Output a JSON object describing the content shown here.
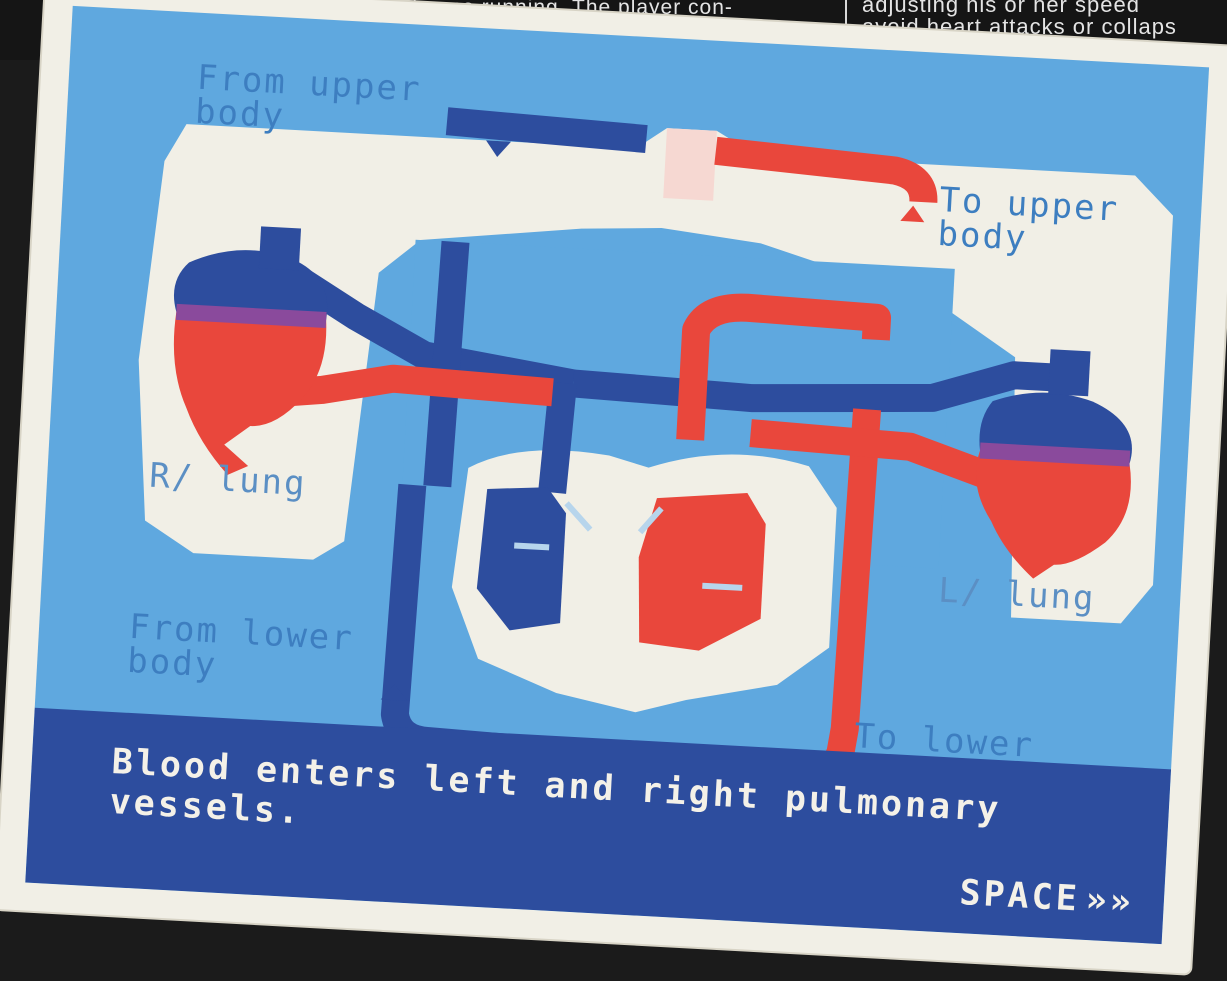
{
  "magazine": {
    "col_a_line": "| ance running. The player con-",
    "col_b_lines": [
      "adjusting his or her speed",
      "avoid heart attacks or collaps"
    ]
  },
  "labels": {
    "from_upper": "From upper\nbody",
    "to_upper": "To upper\nbody",
    "r_lung": "R/ lung",
    "l_lung": "L/ lung",
    "from_lower": "From lower\nbody",
    "to_lower": "To lower\nbody"
  },
  "status": {
    "message": "Blood enters left and right pulmonary\nvessels.",
    "space_label": "SPACE",
    "space_chevrons": "»»"
  },
  "colors": {
    "screen_bg": "#5fa8df",
    "deoxygenated": "#2d4d9e",
    "oxygenated": "#e9473c",
    "tissue": "#f1efe6",
    "label_text": "#3d7ec0"
  }
}
